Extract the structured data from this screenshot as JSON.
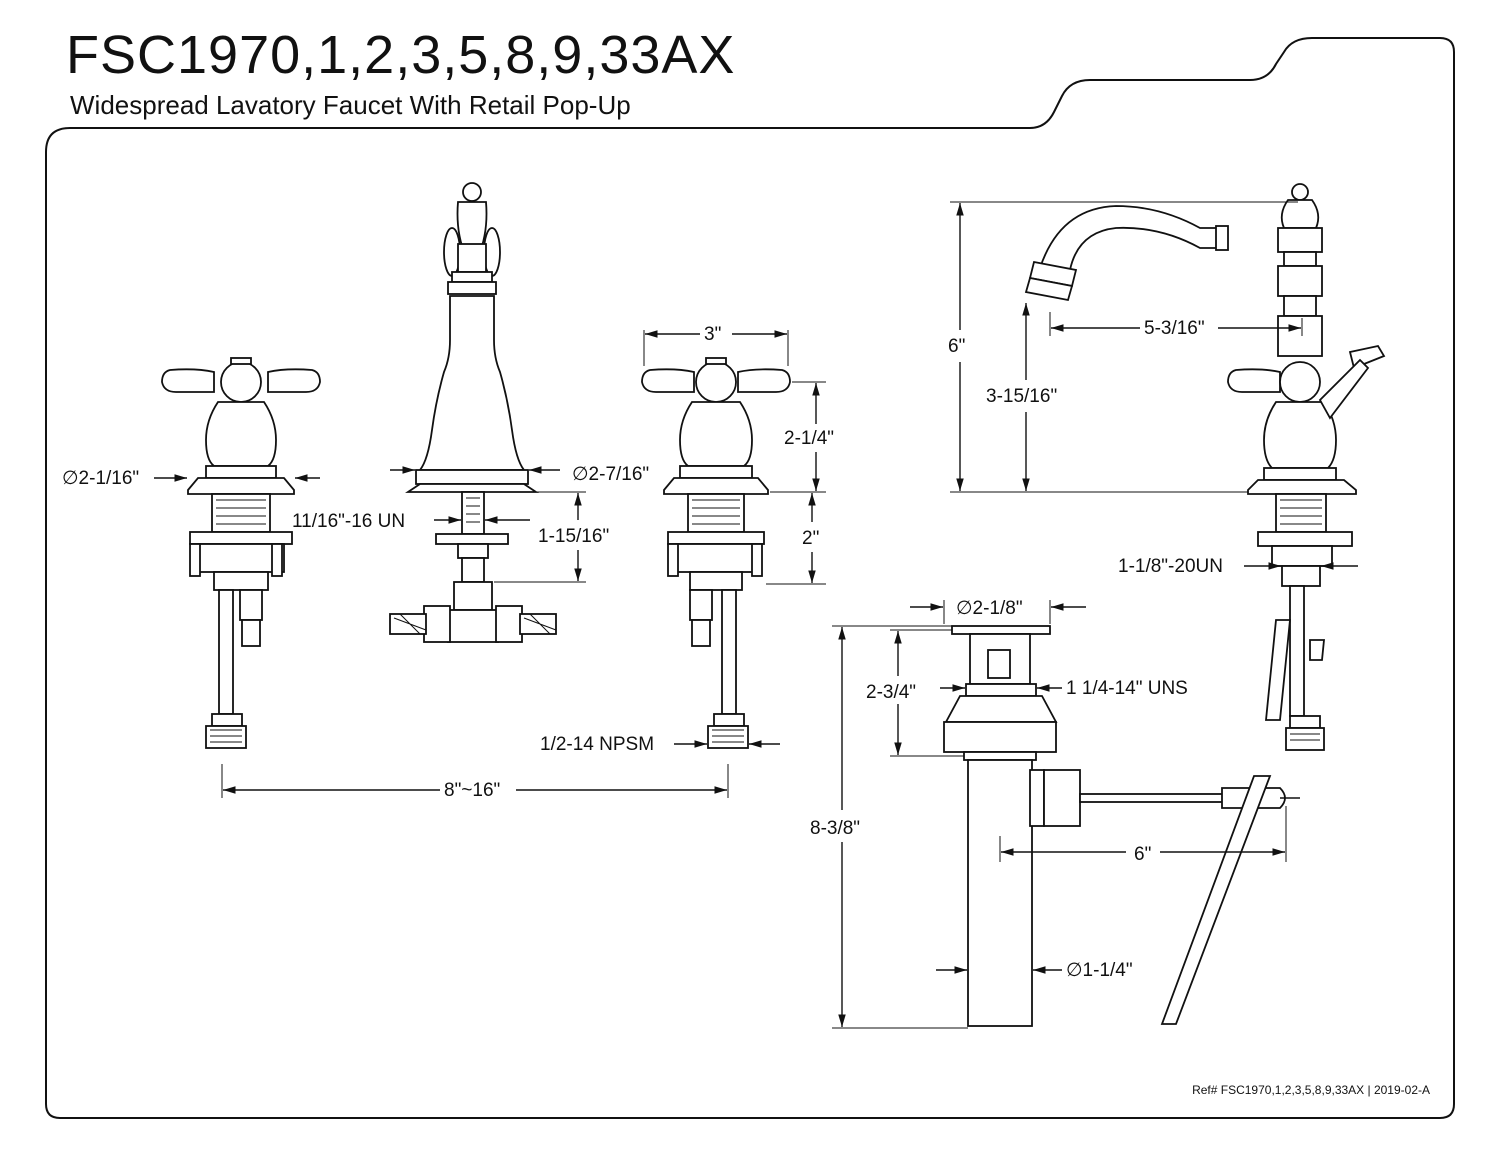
{
  "header": {
    "title": "FSC1970,1,2,3,5,8,9,33AX",
    "subtitle": "Widespread Lavatory Faucet With Retail Pop-Up"
  },
  "dimensions": {
    "left_handle_flange_dia": "∅2-1/16\"",
    "spout_base_dia": "∅2-7/16\"",
    "spout_shank_thread": "11/16\"-16 UN",
    "spout_shank_length": "1-15/16\"",
    "handle_width": "3\"",
    "handle_height": "2-1/4\"",
    "handle_shank_length": "2\"",
    "handle_inlet": "1/2-14 NPSM",
    "center_spread": "8\"~16\"",
    "overall_height": "6\"",
    "spout_reach": "5-3/16\"",
    "spout_clearance": "3-15/16\"",
    "side_shank_thread": "1-1/8\"-20UN",
    "drain_flange_dia": "∅2-1/8\"",
    "drain_body_height": "2-3/4\"",
    "drain_thread": "1 1/4-14\" UNS",
    "drain_total_length": "8-3/8\"",
    "pivot_rod_length": "6\"",
    "tailpiece_dia": "∅1-1/4\""
  },
  "footer": {
    "reference": "Ref# FSC1970,1,2,3,5,8,9,33AX | 2019-02-A"
  }
}
